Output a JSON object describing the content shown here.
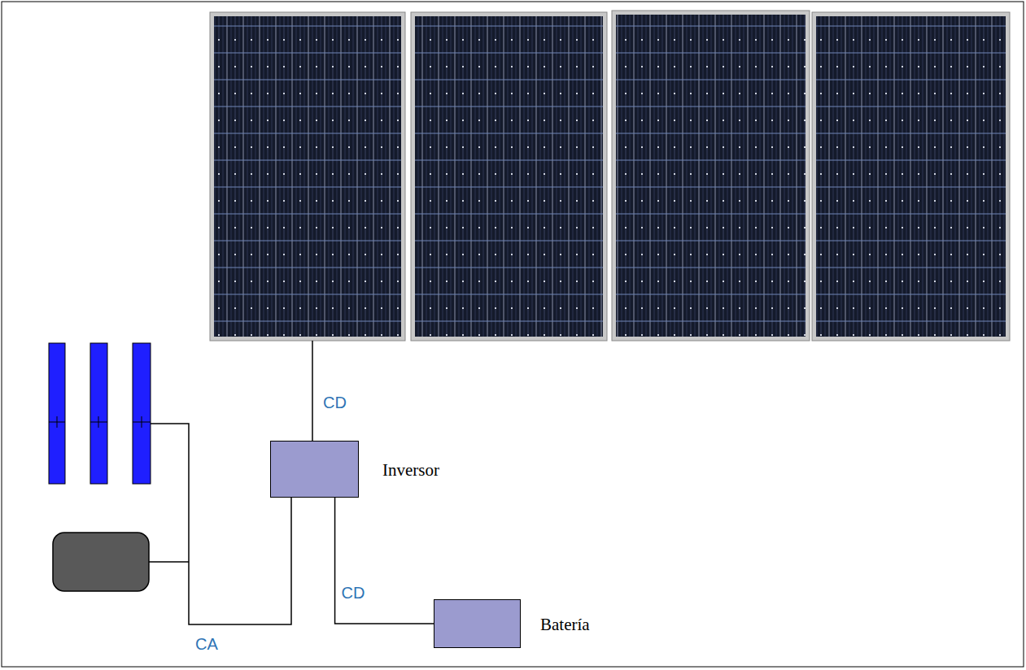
{
  "diagram": {
    "nodes": [
      {
        "text": [
          "Inversor"
        ]
      },
      {
        "text": [
          "Batería"
        ]
      }
    ],
    "edges": [
      {
        "from": 0,
        "to": 1,
        "arrow": "none",
        "label": "CD"
      }
    ],
    "labels": [
      "CD",
      "CA"
    ]
  }
}
